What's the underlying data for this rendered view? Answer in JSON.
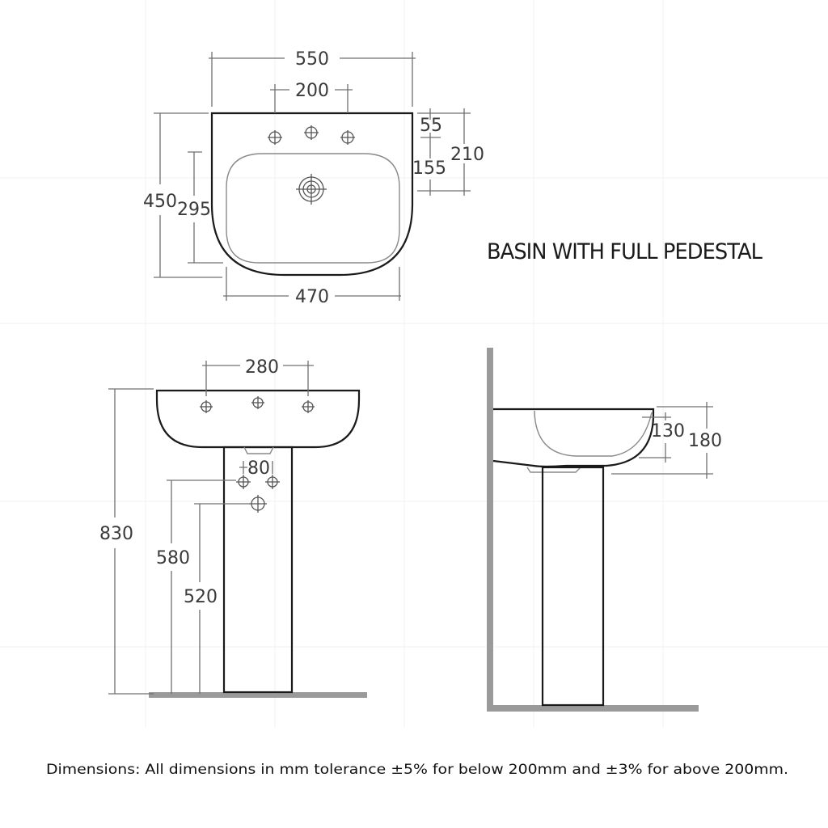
{
  "title": "BASIN WITH FULL PEDESTAL",
  "footer": "Dimensions: All dimensions in mm tolerance ±5% for below 200mm and ±3% for above 200mm.",
  "units": "mm",
  "dimensions": {
    "basin_width": "550",
    "tap_hole_centres": "200",
    "rear_to_tap": "55",
    "rear_to_waste": "155",
    "rear_to_bowl_front": "210",
    "basin_depth": "450",
    "bowl_depth": "295",
    "bowl_width": "470",
    "front_tap_centres": "280",
    "waste_centres": "80",
    "overall_height": "830",
    "waste_height_upper": "580",
    "waste_height_lower": "520",
    "side_inner_depth": "130",
    "side_total_depth": "180"
  }
}
